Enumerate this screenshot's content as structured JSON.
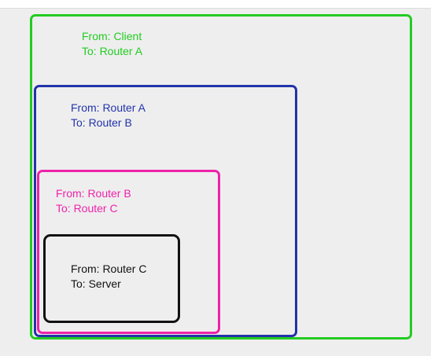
{
  "colors": {
    "client_layer": "#22cc22",
    "router_a_layer": "#2233aa",
    "router_b_layer": "#ee22aa",
    "router_c_layer": "#111111"
  },
  "layers": [
    {
      "from": "From: Client",
      "to": "To: Router A"
    },
    {
      "from": "From: Router A",
      "to": "To: Router B"
    },
    {
      "from": "From: Router B",
      "to": "To: Router C"
    },
    {
      "from": "From: Router C",
      "to": "To: Server"
    }
  ]
}
